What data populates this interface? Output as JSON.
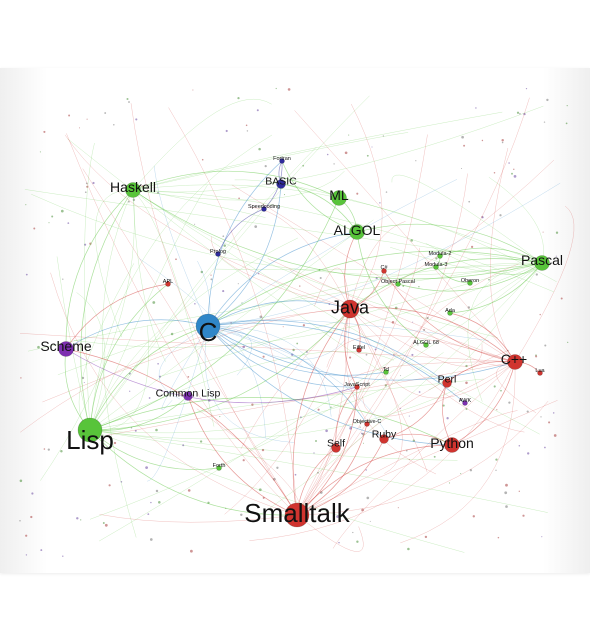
{
  "graph": {
    "colors": {
      "green": "#58c43a",
      "blue": "#2e2a9c",
      "cyan": "#2f86c8",
      "purple": "#7d2fb0",
      "red": "#d0342f"
    },
    "nodes": [
      {
        "id": "lisp",
        "label": "Lisp",
        "color": "green",
        "size": "xl"
      },
      {
        "id": "smalltalk",
        "label": "Smalltalk",
        "color": "red",
        "size": "xl"
      },
      {
        "id": "c",
        "label": "C",
        "color": "cyan",
        "size": "xl"
      },
      {
        "id": "java",
        "label": "Java",
        "color": "red",
        "size": "l"
      },
      {
        "id": "haskell",
        "label": "Haskell",
        "color": "green",
        "size": "m"
      },
      {
        "id": "pascal",
        "label": "Pascal",
        "color": "green",
        "size": "m"
      },
      {
        "id": "cpp",
        "label": "C++",
        "color": "red",
        "size": "m"
      },
      {
        "id": "python",
        "label": "Python",
        "color": "red",
        "size": "m"
      },
      {
        "id": "scheme",
        "label": "Scheme",
        "color": "purple",
        "size": "m"
      },
      {
        "id": "ml",
        "label": "ML",
        "color": "green",
        "size": "m"
      },
      {
        "id": "algol",
        "label": "ALGOL",
        "color": "green",
        "size": "m"
      },
      {
        "id": "basic",
        "label": "BASIC",
        "color": "blue",
        "size": "s"
      },
      {
        "id": "fortran",
        "label": "Fortran",
        "color": "blue",
        "size": "xs"
      },
      {
        "id": "perl",
        "label": "Perl",
        "color": "red",
        "size": "s"
      },
      {
        "id": "ruby",
        "label": "Ruby",
        "color": "red",
        "size": "s"
      },
      {
        "id": "self",
        "label": "Self",
        "color": "red",
        "size": "s"
      },
      {
        "id": "javascript",
        "label": "JavaScript",
        "color": "red",
        "size": "xs"
      },
      {
        "id": "objc",
        "label": "Objective-C",
        "color": "red",
        "size": "xs"
      },
      {
        "id": "commonlisp",
        "label": "Common Lisp",
        "color": "purple",
        "size": "s"
      },
      {
        "id": "apl",
        "label": "APL",
        "color": "red",
        "size": "xs"
      },
      {
        "id": "csharp",
        "label": "C#",
        "color": "red",
        "size": "xs"
      },
      {
        "id": "ada",
        "label": "Ada",
        "color": "green",
        "size": "xs"
      },
      {
        "id": "eiffel",
        "label": "Eiffel",
        "color": "red",
        "size": "xs"
      },
      {
        "id": "prolog",
        "label": "Prolog",
        "color": "blue",
        "size": "xs"
      },
      {
        "id": "speedcoding",
        "label": "Speedcoding",
        "color": "blue",
        "size": "xs"
      },
      {
        "id": "modula2",
        "label": "Modula-2",
        "color": "green",
        "size": "xs"
      },
      {
        "id": "modula3",
        "label": "Modula-3",
        "color": "green",
        "size": "xs"
      },
      {
        "id": "objectpascal",
        "label": "Object Pascal",
        "color": "green",
        "size": "xs"
      },
      {
        "id": "algol68",
        "label": "ALGOL 68",
        "color": "green",
        "size": "xs"
      },
      {
        "id": "tcl",
        "label": "Tcl",
        "color": "green",
        "size": "xs"
      },
      {
        "id": "awk",
        "label": "AWK",
        "color": "purple",
        "size": "xs"
      },
      {
        "id": "forth",
        "label": "Forth",
        "color": "green",
        "size": "xs"
      },
      {
        "id": "lua",
        "label": "Lua",
        "color": "red",
        "size": "xs"
      },
      {
        "id": "oberon",
        "label": "Oberon",
        "color": "green",
        "size": "xs"
      }
    ],
    "edges": [
      [
        "lisp",
        "scheme"
      ],
      [
        "lisp",
        "commonlisp"
      ],
      [
        "lisp",
        "haskell"
      ],
      [
        "lisp",
        "smalltalk"
      ],
      [
        "lisp",
        "c"
      ],
      [
        "lisp",
        "ml"
      ],
      [
        "lisp",
        "python"
      ],
      [
        "lisp",
        "forth"
      ],
      [
        "lisp",
        "apl"
      ],
      [
        "lisp",
        "java"
      ],
      [
        "c",
        "java"
      ],
      [
        "c",
        "cpp"
      ],
      [
        "c",
        "perl"
      ],
      [
        "c",
        "basic"
      ],
      [
        "c",
        "algol"
      ],
      [
        "c",
        "python"
      ],
      [
        "c",
        "objc"
      ],
      [
        "c",
        "javascript"
      ],
      [
        "c",
        "awk"
      ],
      [
        "c",
        "scheme"
      ],
      [
        "c",
        "fortran"
      ],
      [
        "c",
        "tcl"
      ],
      [
        "smalltalk",
        "java"
      ],
      [
        "smalltalk",
        "ruby"
      ],
      [
        "smalltalk",
        "self"
      ],
      [
        "smalltalk",
        "objc"
      ],
      [
        "smalltalk",
        "python"
      ],
      [
        "smalltalk",
        "javascript"
      ],
      [
        "smalltalk",
        "commonlisp"
      ],
      [
        "smalltalk",
        "scheme"
      ],
      [
        "java",
        "cpp"
      ],
      [
        "java",
        "csharp"
      ],
      [
        "java",
        "eiffel"
      ],
      [
        "java",
        "javascript"
      ],
      [
        "java",
        "algol"
      ],
      [
        "pascal",
        "algol"
      ],
      [
        "pascal",
        "ada"
      ],
      [
        "pascal",
        "java"
      ],
      [
        "pascal",
        "objectpascal"
      ],
      [
        "pascal",
        "modula2"
      ],
      [
        "pascal",
        "haskell"
      ],
      [
        "pascal",
        "c"
      ],
      [
        "cpp",
        "python"
      ],
      [
        "cpp",
        "perl"
      ],
      [
        "cpp",
        "csharp"
      ],
      [
        "cpp",
        "ada"
      ],
      [
        "python",
        "perl"
      ],
      [
        "python",
        "ruby"
      ],
      [
        "haskell",
        "ml"
      ],
      [
        "haskell",
        "scheme"
      ],
      [
        "ml",
        "algol"
      ],
      [
        "algol",
        "basic"
      ],
      [
        "algol",
        "fortran"
      ],
      [
        "scheme",
        "javascript"
      ],
      [
        "self",
        "javascript"
      ],
      [
        "ruby",
        "perl"
      ],
      [
        "modula2",
        "modula3"
      ],
      [
        "modula3",
        "oberon"
      ],
      [
        "algol68",
        "algol"
      ],
      [
        "lua",
        "cpp"
      ],
      [
        "prolog",
        "speedcoding"
      ],
      [
        "speedcoding",
        "fortran"
      ],
      [
        "basic",
        "fortran"
      ],
      [
        "apl",
        "scheme"
      ]
    ]
  }
}
